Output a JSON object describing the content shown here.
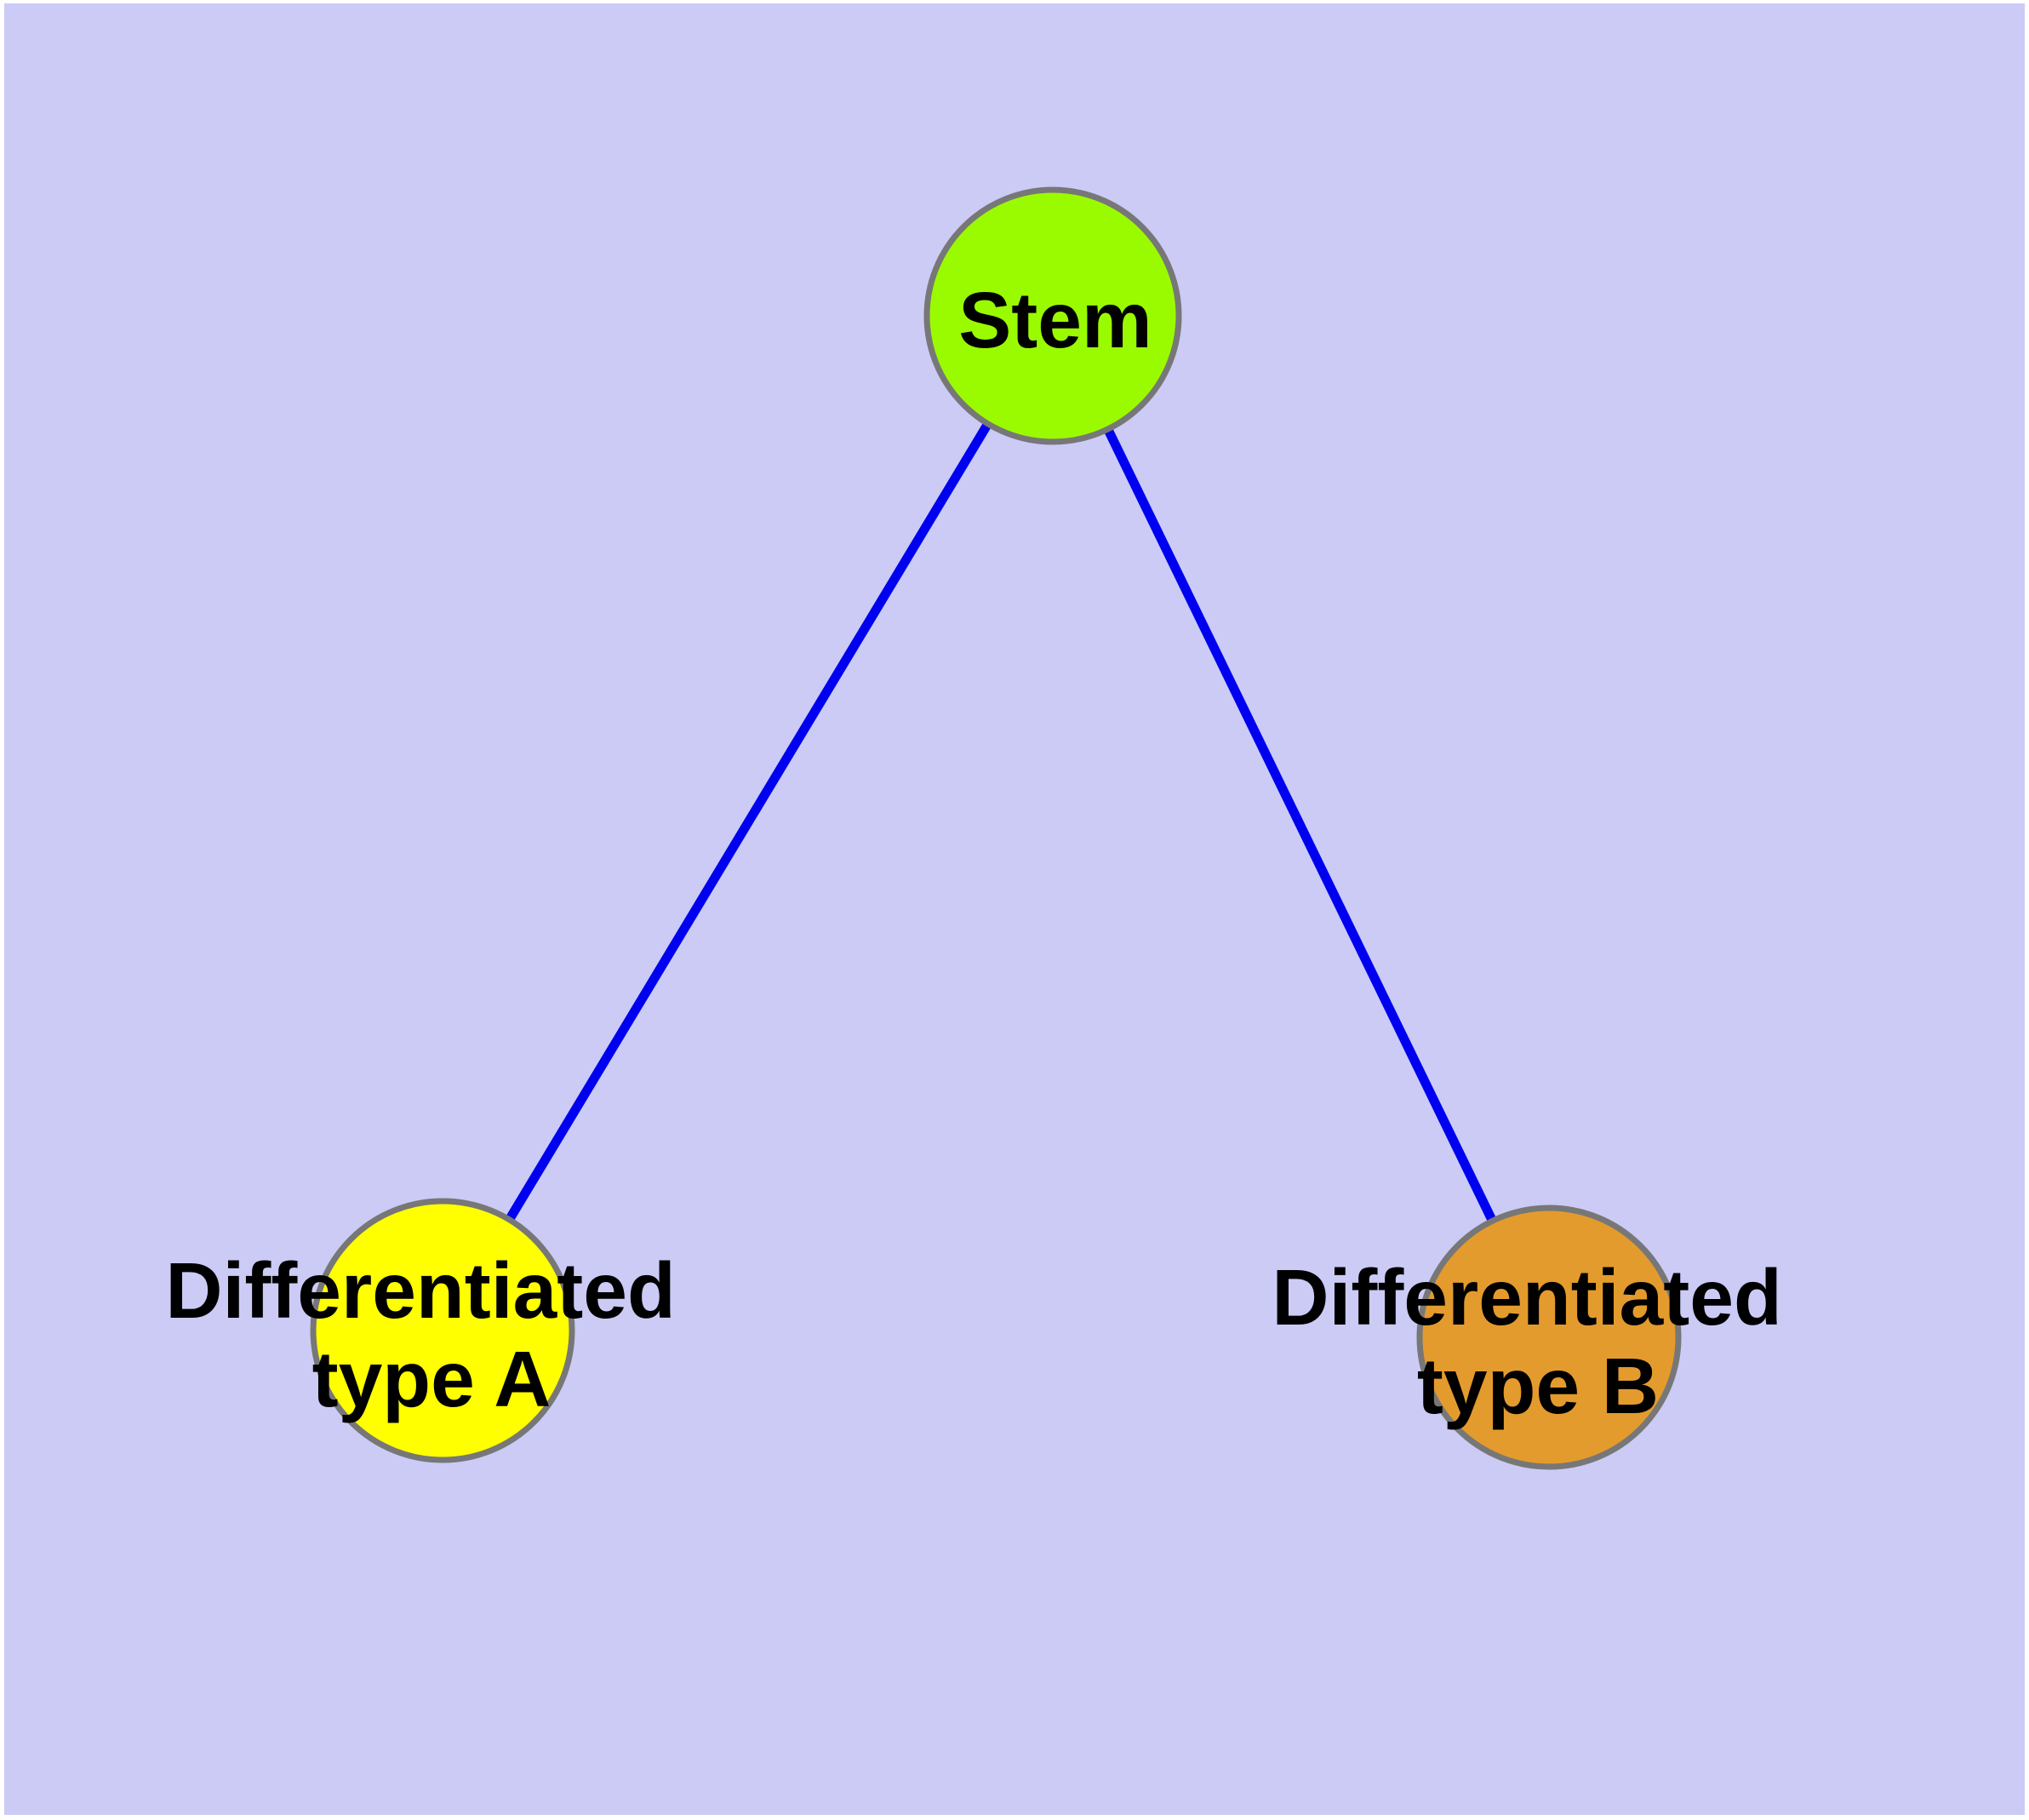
{
  "diagram": {
    "type": "node-link-graph",
    "title": "",
    "background_color": "#CBCBF6",
    "frame_color": "#FFFFFF",
    "edge_color": "#0000F0",
    "node_border_color": "#777777",
    "text_color": "#000000",
    "nodes": [
      {
        "id": "stem",
        "label": "Stem",
        "lines": [
          "Stem"
        ],
        "fill": "#9AFB00"
      },
      {
        "id": "differentiated-type-a",
        "label": "Differentiated type A",
        "lines": [
          "Differentiated",
          "type A"
        ],
        "fill": "#FFFF00"
      },
      {
        "id": "differentiated-type-b",
        "label": "Differentiated type B",
        "lines": [
          "Differentiated",
          "type B"
        ],
        "fill": "#E49B2D"
      }
    ],
    "edges": [
      {
        "from": "Stem",
        "to": "Differentiated type A"
      },
      {
        "from": "Stem",
        "to": "Differentiated type B"
      }
    ]
  }
}
